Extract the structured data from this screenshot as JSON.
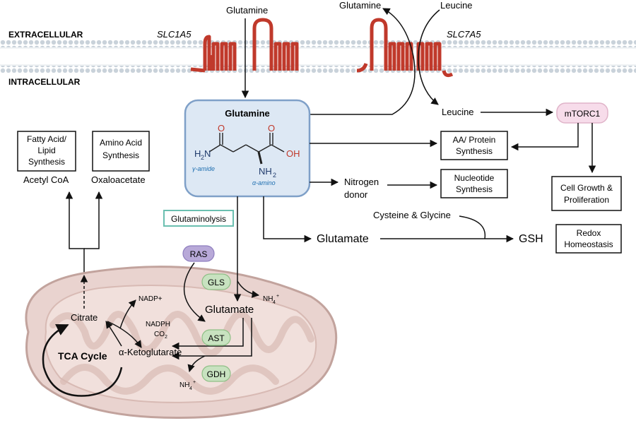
{
  "membrane": {
    "extracellular_label": "EXTRACELLULAR",
    "intracellular_label": "INTRACELLULAR",
    "transporter_1": "SLC1A5",
    "transporter_2": "SLC7A5"
  },
  "inputs": {
    "glutamine_in": "Glutamine",
    "glutamine_out": "Glutamine",
    "leucine_top": "Leucine",
    "leucine_inside": "Leucine"
  },
  "molecule": {
    "title": "Glutamine",
    "atom_o1": "O",
    "atom_o2": "O",
    "atom_h2n": "H",
    "atom_h2n_sub": "2",
    "atom_h2n_n": "N",
    "atom_oh": "OH",
    "atom_nh": "NH",
    "atom_nh_sub": "2",
    "gamma_label": "γ-amide",
    "alpha_label": "α-amino"
  },
  "boxes": {
    "fatty_acid": [
      "Fatty Acid/",
      "Lipid",
      "Synthesis"
    ],
    "amino_acid": [
      "Amino Acid",
      "Synthesis"
    ],
    "aa_protein": [
      "AA/ Protein",
      "Synthesis"
    ],
    "nucleotide": [
      "Nucleotide",
      "Synthesis"
    ],
    "cell_growth": [
      "Cell Growth &",
      "Proliferation"
    ],
    "redox": [
      "Redox",
      "Homeostasis"
    ],
    "glutaminolysis": "Glutaminolysis"
  },
  "labels": {
    "acetyl_coa": "Acetyl CoA",
    "oxaloacetate": "Oxaloacetate",
    "mtorc1": "mTORC1",
    "nitrogen_donor": [
      "Nitrogen",
      "donor"
    ],
    "cysteine_glycine": "Cysteine & Glycine",
    "glutamate_main": "Glutamate",
    "gsh": "GSH",
    "ras": "RAS",
    "gls": "GLS",
    "ast": "AST",
    "gdh": "GDH",
    "nh4_1": "NH",
    "nh4_1_sub": "4",
    "nh4_1_sup": "+",
    "nh4_2": "NH",
    "nh4_2_sub": "4",
    "nh4_2_sup": "+",
    "glutamate_mito": "Glutamate",
    "citrate": "Citrate",
    "nadp_plus": "NADP+",
    "nadph": "NADPH",
    "co2": "CO",
    "co2_sub": "2",
    "tca": "TCA Cycle",
    "akg": "α-Ketoglutarate"
  },
  "colors": {
    "transporter": "#c0392b",
    "molecule_box_fill": "#dde8f4",
    "molecule_box_stroke": "#7fa0c8",
    "mito_fill": "#e9d3cf",
    "mito_stroke": "#c2a39d",
    "enzyme_fill": "#c8e2c0",
    "ras_fill": "#b8a9d8",
    "mtor_fill": "#f7dcea",
    "glutaminolysis_stroke": "#6bbfb0",
    "amide_blue": "#1f6fb0",
    "oxygen_red": "#c0392b"
  }
}
